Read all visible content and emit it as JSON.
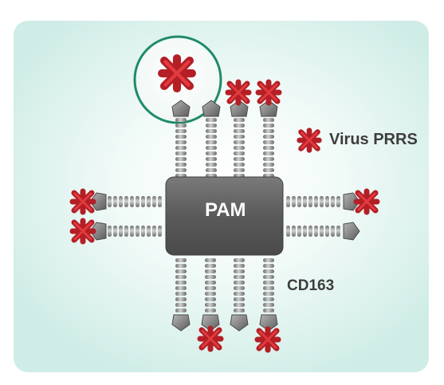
{
  "labels": {
    "cell": "PAM",
    "virus": "Virus PRRS",
    "receptor": "CD163"
  },
  "colors": {
    "panel": "#cfece6",
    "cell_body": "#595959",
    "receptor": "#8a8a8a",
    "virus": "#c9242b",
    "highlight_ring": "#1f8a6a",
    "text": "#3d3d3d"
  },
  "icons": {
    "virus": "asterisk-virus-icon",
    "receptor": "segmented-chain-receptor"
  }
}
